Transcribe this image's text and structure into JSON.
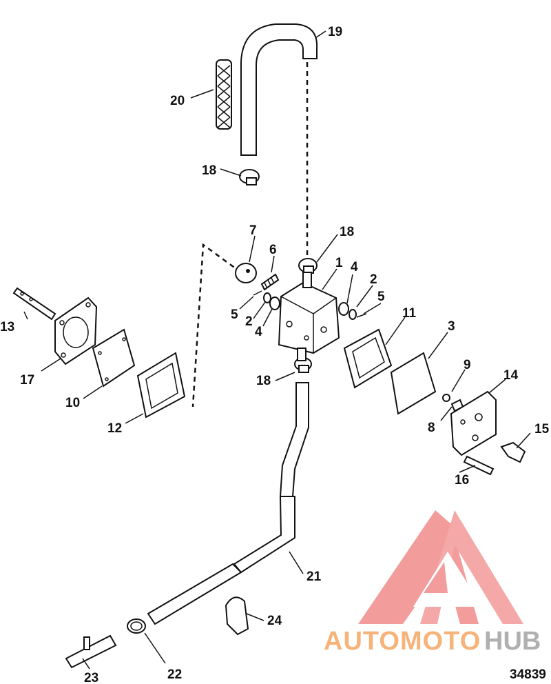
{
  "diagram": {
    "figure_number": "34839",
    "callouts": [
      "1",
      "2",
      "2",
      "3",
      "4",
      "4",
      "5",
      "5",
      "6",
      "7",
      "8",
      "9",
      "10",
      "11",
      "12",
      "13",
      "14",
      "15",
      "16",
      "17",
      "18",
      "18",
      "18",
      "19",
      "20",
      "21",
      "22",
      "23",
      "24"
    ]
  },
  "watermark": {
    "brand_a": "AUTOMOTO",
    "brand_b": "HUB",
    "color_a": "#f6b37a",
    "color_b": "#b0b0b0",
    "logo_color": "#f28b8b"
  }
}
